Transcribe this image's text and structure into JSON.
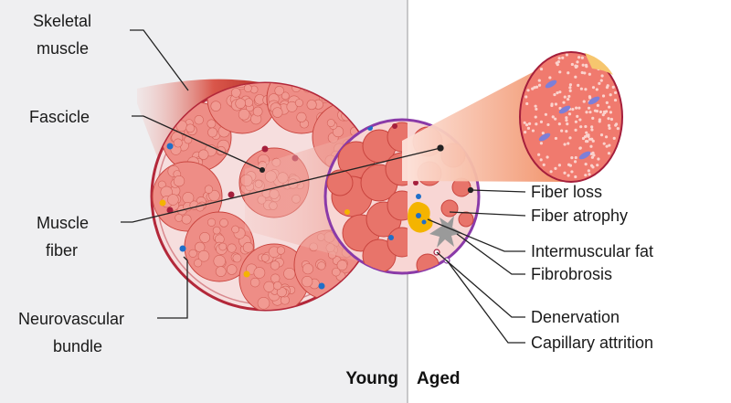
{
  "labels": {
    "skeletal_muscle": [
      "Skeletal",
      "muscle"
    ],
    "fascicle": "Fascicle",
    "muscle_fiber": [
      "Muscle",
      "fiber"
    ],
    "neurovascular_bundle": [
      "Neurovascular",
      "bundle"
    ],
    "fiber_loss": "Fiber loss",
    "fiber_atrophy": "Fiber atrophy",
    "intermuscular_fat": "Intermuscular fat",
    "fibrobrosis": "Fibrobrosis",
    "denervation": "Denervation",
    "capillary_attrition": "Capillary attrition"
  },
  "panels": {
    "young": "Young",
    "aged": "Aged"
  },
  "colors": {
    "young_bg": "#efeff1",
    "aged_bg": "#ffffff",
    "fiber": "#e8746a",
    "fiber_dark": "#c9453f",
    "perimysium": "#f6dede",
    "epimysium": "#b3283a",
    "endomysium_aged": "#8a3aa8",
    "fat": "#f4b400",
    "fibrosis": "#9a9a9a",
    "nerve": "#1f6fc9",
    "vessel": "#a51f3c"
  }
}
